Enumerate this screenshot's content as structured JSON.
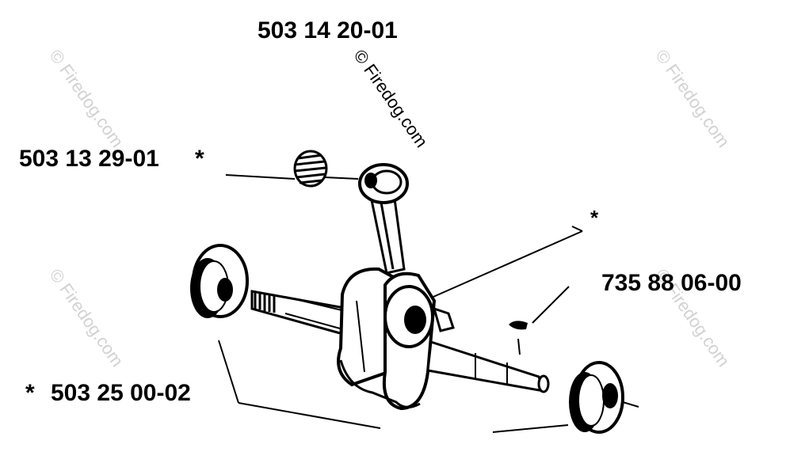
{
  "part_numbers": {
    "piston_pin_bearing": "503 14 20-01",
    "needle_bearing": "503 13 29-01",
    "key": "735 88 06-00",
    "ball_bearing": "503 25 00-02"
  },
  "markers": {
    "needle_bearing": "*",
    "key_leader": "*",
    "ball_bearing": "*"
  },
  "watermark": "© Firedog.com",
  "colors": {
    "ink": "#000000",
    "watermark": "#d2d2d2"
  }
}
